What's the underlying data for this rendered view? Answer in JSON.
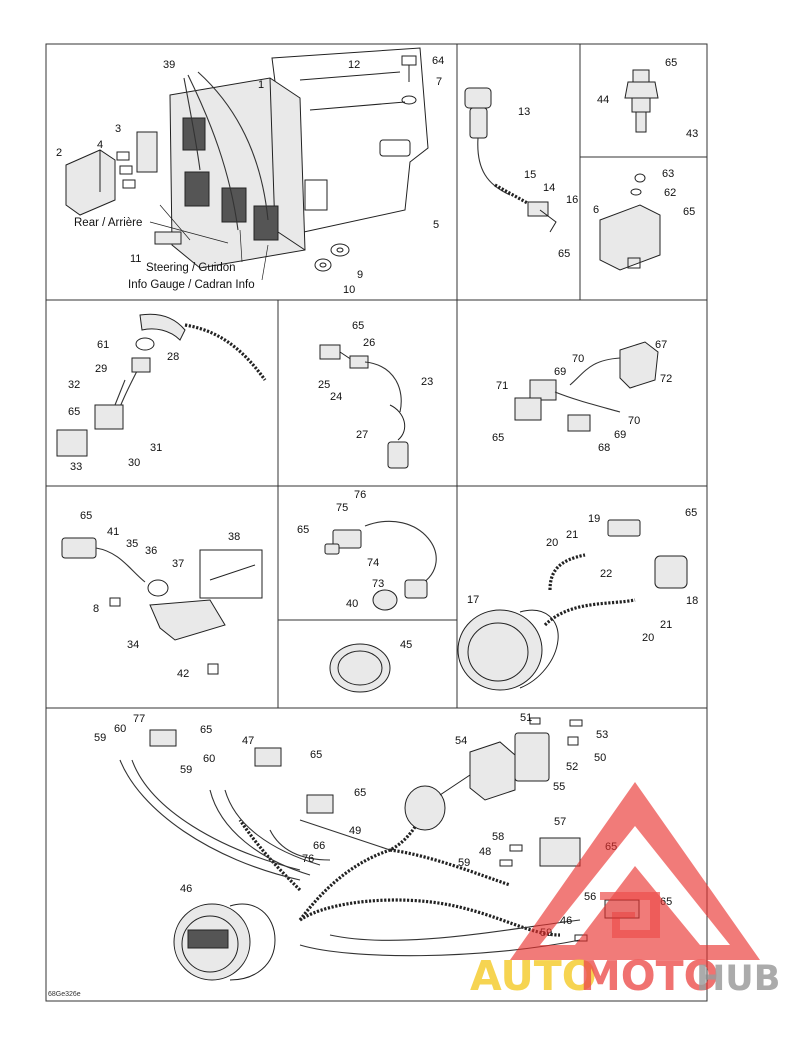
{
  "captions": {
    "rear": "Rear / Arrière",
    "steering": "Steering / Guidon",
    "info_gauge": "Info Gauge / Cadran Info"
  },
  "callouts": {
    "p39": "39",
    "p12": "12",
    "p64": "64",
    "p7": "7",
    "p1": "1",
    "p2": "2",
    "p3": "3",
    "p4": "4",
    "p5": "5",
    "p9": "9",
    "p10": "10",
    "p11": "11",
    "p13": "13",
    "p15": "15",
    "p14": "14",
    "p16": "16",
    "p65a": "65",
    "p65b": "65",
    "p44": "44",
    "p43": "43",
    "p63": "63",
    "p62": "62",
    "p6": "6",
    "p65c": "65",
    "p61": "61",
    "p28": "28",
    "p29": "29",
    "p32": "32",
    "p65d": "65",
    "p31": "31",
    "p30": "30",
    "p33": "33",
    "p65e": "65",
    "p26": "26",
    "p25": "25",
    "p24": "24",
    "p23": "23",
    "p27": "27",
    "p67": "67",
    "p70a": "70",
    "p69a": "69",
    "p71": "71",
    "p72": "72",
    "p70b": "70",
    "p69b": "69",
    "p65f": "65",
    "p68": "68",
    "p65g": "65",
    "p41": "41",
    "p35": "35",
    "p36": "36",
    "p38": "38",
    "p37": "37",
    "p8": "8",
    "p34": "34",
    "p42": "42",
    "p76a": "76",
    "p75": "75",
    "p65h": "65",
    "p74": "74",
    "p73": "73",
    "p40": "40",
    "p45": "45",
    "p19": "19",
    "p65i": "65",
    "p20a": "20",
    "p21a": "21",
    "p18": "18",
    "p17": "17",
    "p22": "22",
    "p21b": "21",
    "p20b": "20",
    "p59a": "59",
    "p60a": "60",
    "p77": "77",
    "p65j": "65",
    "p47": "47",
    "p65k": "65",
    "p51": "51",
    "p53": "53",
    "p54": "54",
    "p52": "52",
    "p50": "50",
    "p59b": "59",
    "p60b": "60",
    "p65l": "65",
    "p55": "55",
    "p49": "49",
    "p66": "66",
    "p76b": "76",
    "p57": "57",
    "p58": "58",
    "p65m": "65",
    "p48": "48",
    "p59c": "59",
    "p46a": "46",
    "p56": "56",
    "p65n": "65",
    "p46b": "46",
    "p59d": "59"
  },
  "footer_code": "68Ge326e",
  "watermark": {
    "auto": "AUTO",
    "moto": "MOTO",
    "hub": "HUB",
    "color_red": "#e9302d",
    "color_yellow": "#f3c100",
    "color_gray": "#8b8b8b"
  }
}
